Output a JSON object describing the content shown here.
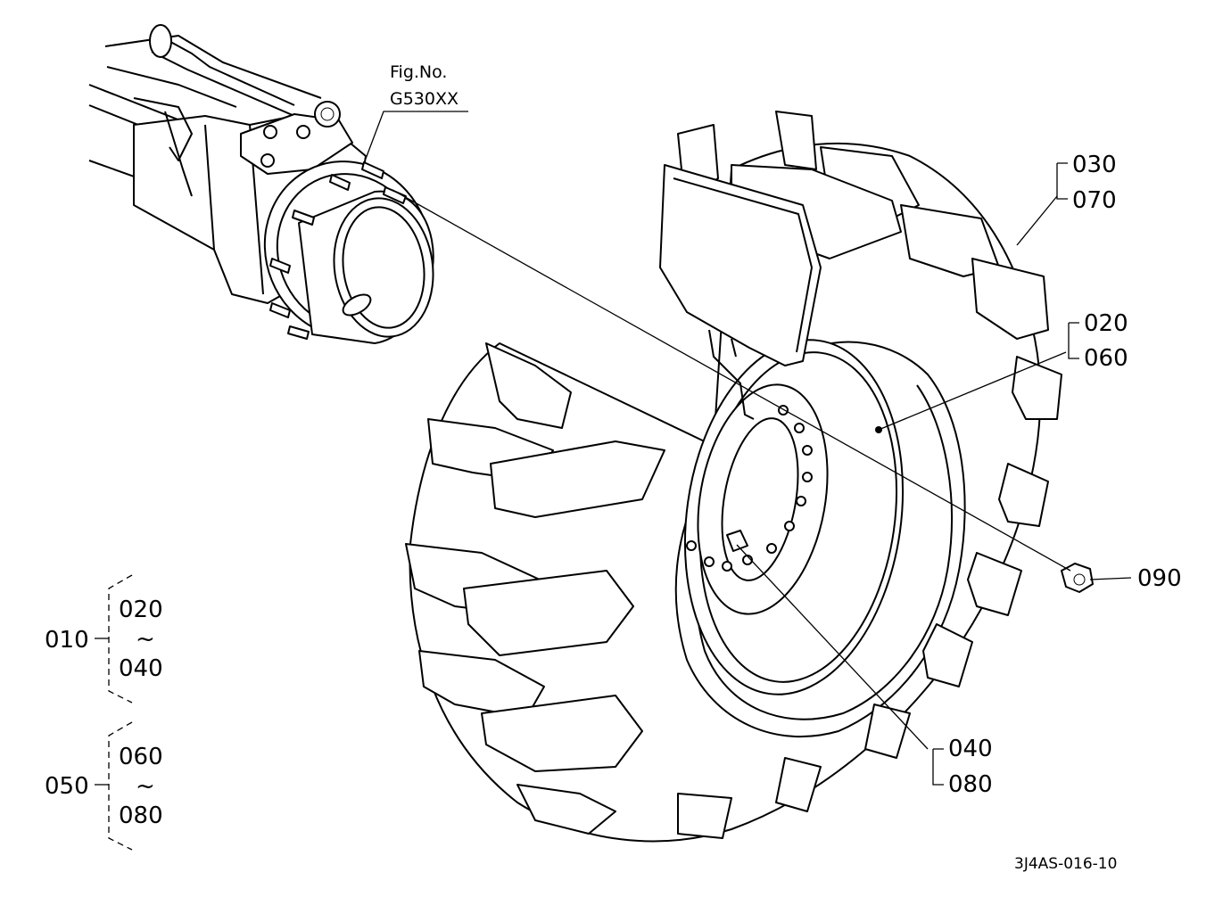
{
  "figure": {
    "fig_no_label": "Fig.No.",
    "fig_no_value": "G530XX",
    "drawing_code": "3J4AS-016-10"
  },
  "callouts": {
    "c030": "030",
    "c070": "070",
    "c020": "020",
    "c060": "060",
    "c090": "090",
    "c040": "040",
    "c080": "080"
  },
  "assemblies": [
    {
      "parent": "010",
      "from": "020",
      "tilde": "~",
      "to": "040"
    },
    {
      "parent": "050",
      "from": "060",
      "tilde": "~",
      "to": "080"
    }
  ]
}
